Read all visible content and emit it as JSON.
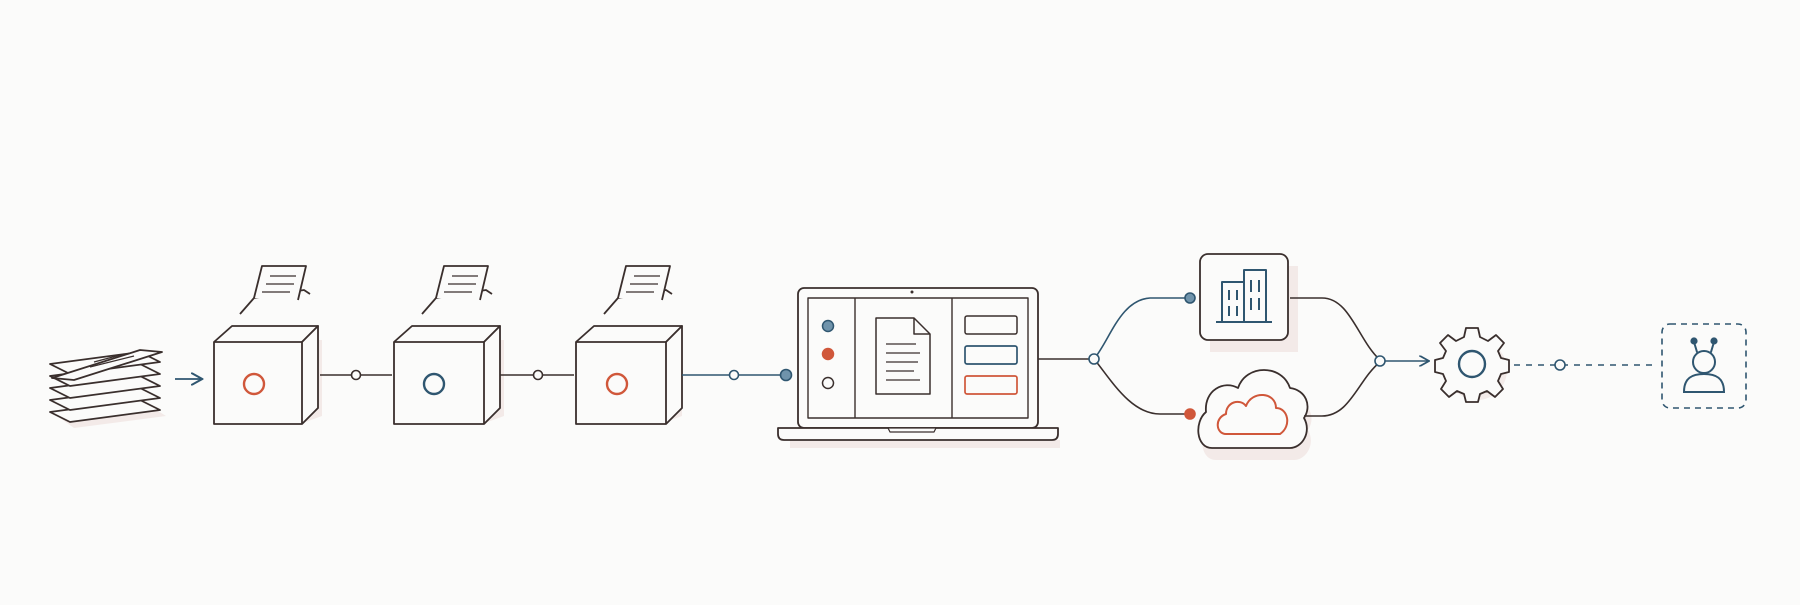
{
  "colors": {
    "background": "#fbfbfa",
    "outline": "#3a2f2d",
    "accent_orange": "#d0573a",
    "accent_blue": "#2f5670",
    "shadow": "#ecdcd8"
  },
  "stages": [
    {
      "id": "paper-stack",
      "icon": "document-stack-icon"
    },
    {
      "id": "scanner-1",
      "icon": "scanner-box-icon",
      "indicator": "orange"
    },
    {
      "id": "scanner-2",
      "icon": "scanner-box-icon",
      "indicator": "blue"
    },
    {
      "id": "scanner-3",
      "icon": "scanner-box-icon",
      "indicator": "orange"
    },
    {
      "id": "laptop",
      "icon": "laptop-document-icon"
    },
    {
      "id": "enterprise",
      "icon": "building-icon"
    },
    {
      "id": "cloud",
      "icon": "cloud-icon"
    },
    {
      "id": "processing",
      "icon": "gear-icon"
    },
    {
      "id": "ai-agent",
      "icon": "robot-user-icon"
    }
  ]
}
